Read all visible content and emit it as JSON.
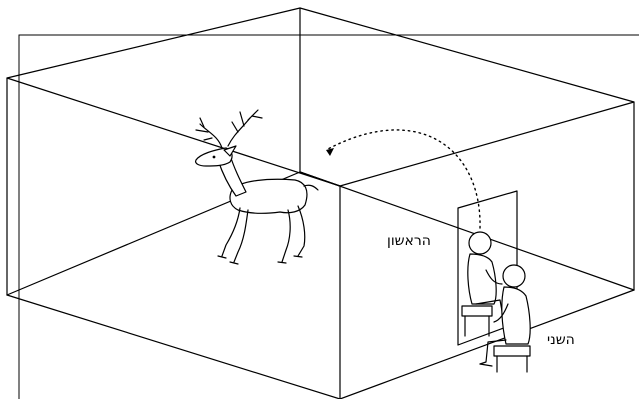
{
  "labels": {
    "first": "הראשון",
    "second": "השני"
  },
  "colors": {
    "line": "#000000",
    "background": "#ffffff"
  },
  "icons": [
    "deer-figure",
    "seated-person-first",
    "seated-person-second",
    "dotted-arc-arrow"
  ]
}
